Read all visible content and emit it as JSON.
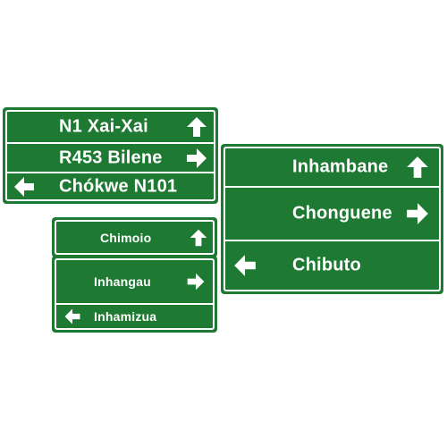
{
  "signs": [
    {
      "id": "sign-a",
      "rows": [
        {
          "label": "N1 Xai-Xai",
          "arrow": "up"
        },
        {
          "label": "R453 Bilene",
          "arrow": "right"
        },
        {
          "label": "Chókwe N101",
          "arrow": "left"
        }
      ]
    },
    {
      "id": "sign-b",
      "rows": [
        {
          "label": "Inhambane",
          "arrow": "up"
        },
        {
          "label": "Chonguene",
          "arrow": "right"
        },
        {
          "label": "Chibuto",
          "arrow": "left"
        }
      ]
    },
    {
      "id": "sign-c1",
      "rows": [
        {
          "label": "Chimoio",
          "arrow": "up"
        }
      ]
    },
    {
      "id": "sign-c2",
      "rows": [
        {
          "label": "Inhangau",
          "arrow": "right"
        },
        {
          "label": "Inhamizua",
          "arrow": "left"
        }
      ]
    }
  ],
  "colors": {
    "sign_background": "#1e7a33",
    "sign_text": "#ffffff",
    "page_background": "#ffffff"
  }
}
